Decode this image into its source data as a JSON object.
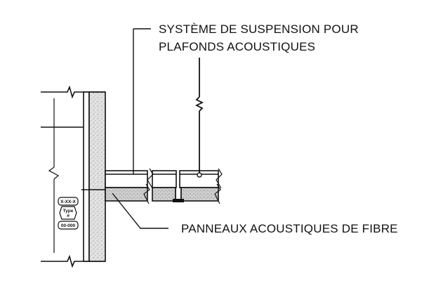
{
  "labels": {
    "suspension_line1": "SYSTÈME DE SUSPENSION POUR",
    "suspension_line2": "PLAFONDS ACOUSTIQUES",
    "panels": "PANNEAUX ACOUSTIQUES DE FIBRE"
  },
  "wall_tag": {
    "top": "X-XX-X",
    "middle_line1": "Type",
    "middle_line2": "#",
    "bottom": "00-000"
  },
  "colors": {
    "ink": "#111111",
    "wall_fill": "#d8d8d8",
    "panel_fill": "#cfcfcf"
  }
}
